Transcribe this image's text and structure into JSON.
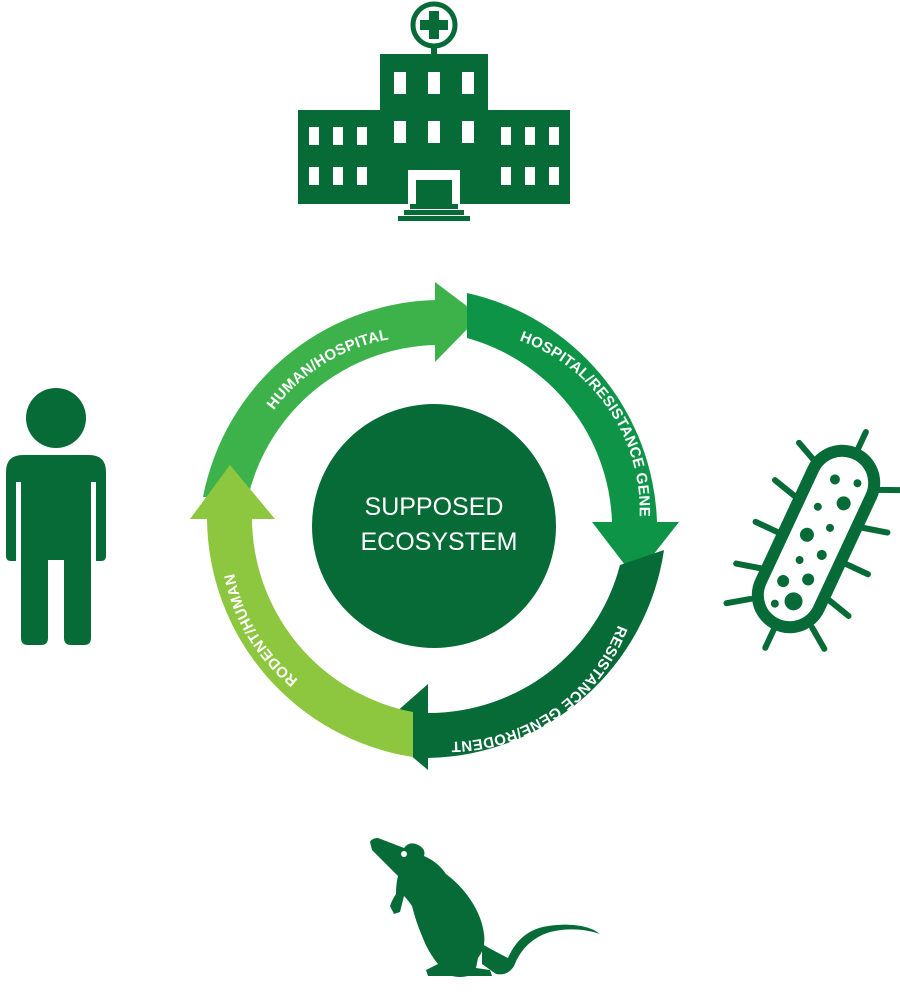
{
  "colors": {
    "dark_green": "#076b38",
    "green": "#0d9446",
    "mid_green": "#3db24b",
    "light_green": "#8dc63f",
    "white": "#ffffff"
  },
  "center": {
    "line1": "SUPPOSED",
    "line2": "ECOSYSTEM"
  },
  "cycle": [
    {
      "label": "HUMAN/HOSPITAL",
      "color": "#3db24b"
    },
    {
      "label": "HOSPITAL/RESISTANCE GENE",
      "color": "#0d9446"
    },
    {
      "label": "RESISTANCE GENE/RODENT",
      "color": "#076b38"
    },
    {
      "label": "RODENT/HUMAN",
      "color": "#8dc63f"
    }
  ],
  "icons": {
    "hospital": "hospital-icon",
    "human": "person-icon",
    "bacterium": "bacterium-icon",
    "rodent": "rat-icon"
  }
}
